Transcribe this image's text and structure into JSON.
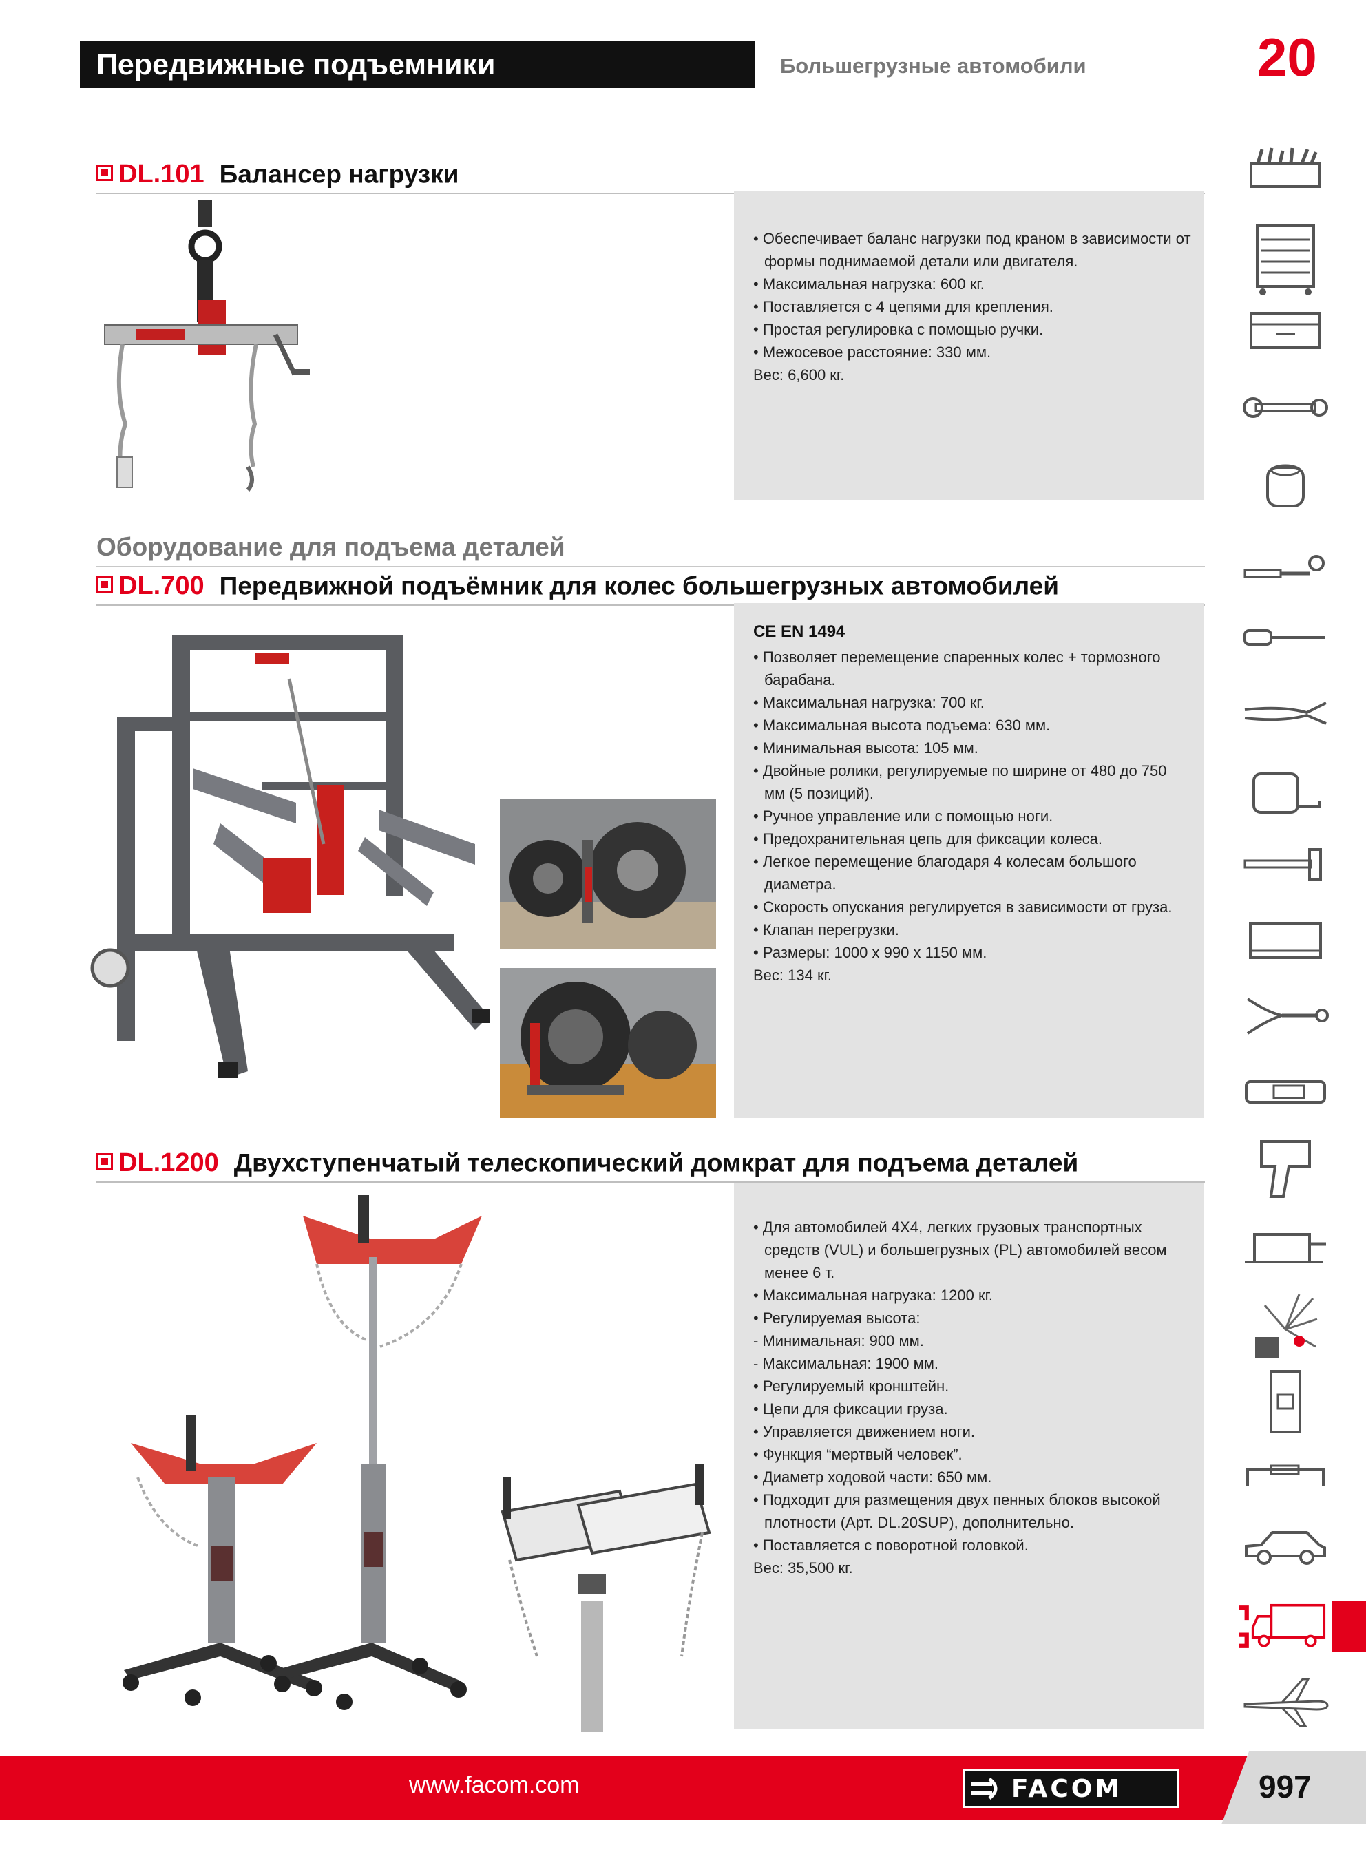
{
  "header": {
    "title": "Передвижные подъемники",
    "subtitle": "Большегрузные автомобили",
    "chapter": "20"
  },
  "dl101": {
    "code": "DL.101",
    "name": "Балансер нагрузки",
    "features": [
      "• Обеспечивает баланс нагрузки под краном в зависимости от формы поднимаемой детали или двигателя.",
      "• Максимальная нагрузка: 600 кг.",
      "• Поставляется с 4 цепями для крепления.",
      "• Простая регулировка с помощью ручки.",
      "• Межосевое расстояние: 330 мм.",
      "Вес: 6,600 кг."
    ]
  },
  "category": "Оборудование для подъема деталей",
  "dl700": {
    "code": "DL.700",
    "name": "Передвижной подъёмник для колес большегрузных автомобилей",
    "standard": "CE EN 1494",
    "features": [
      "• Позволяет перемещение спаренных колес + тормозного барабана.",
      "• Максимальная нагрузка: 700 кг.",
      "• Максимальная высота подъема: 630 мм.",
      "• Минимальная высота: 105 мм.",
      "• Двойные ролики, регулируемые по ширине от 480 до 750 мм (5 позиций).",
      "• Ручное управление или с помощью ноги.",
      "• Предохранительная цепь для фиксации колеса.",
      "• Легкое перемещение благодаря 4 колесам большого диаметра.",
      "• Скорость опускания регулируется в зависимости от груза.",
      "• Клапан перегрузки.",
      "• Размеры: 1000 x 990 x 1150 мм.",
      "Вес: 134 кг."
    ]
  },
  "dl1200": {
    "code": "DL.1200",
    "name": "Двухступенчатый телескопический домкрат для подъема деталей",
    "features": [
      "• Для автомобилей 4X4, легких грузовых транспортных средств (VUL) и большегрузных (PL) автомобилей весом менее 6 т.",
      "• Максимальная нагрузка: 1200 кг.",
      "• Регулируемая высота:",
      "- Минимальная: 900 мм.",
      "- Максимальная: 1900 мм.",
      "• Регулируемый кронштейн.",
      "• Цепи для фиксации груза.",
      "• Управляется движением ноги.",
      "• Функция “мертвый человек”.",
      "• Диаметр ходовой части: 650 мм.",
      "• Подходит для размещения двух пенных блоков высокой плотности (Арт. DL.20SUP), дополнительно.",
      "• Поставляется с поворотной головкой.",
      "Вес: 35,500 кг."
    ]
  },
  "sidebar_icons": [
    "tool-box-icon",
    "tool-cabinet-icon",
    "drawer-icon",
    "wrench-icon",
    "socket-icon",
    "ratchet-icon",
    "screwdriver-icon",
    "pliers-icon",
    "tape-measure-icon",
    "hammer-icon",
    "hacksaw-icon",
    "puller-icon",
    "multimeter-icon",
    "impact-wrench-icon",
    "vise-icon",
    "safety-icon",
    "circuit-breaker-icon",
    "handle-icon",
    "car-icon",
    "truck-icon",
    "airplane-icon"
  ],
  "footer": {
    "url": "www.facom.com",
    "brand": "FACOM",
    "page": "997"
  },
  "colors": {
    "accent": "#e3001b",
    "panel": "#e3e3e3",
    "header": "#111111"
  }
}
